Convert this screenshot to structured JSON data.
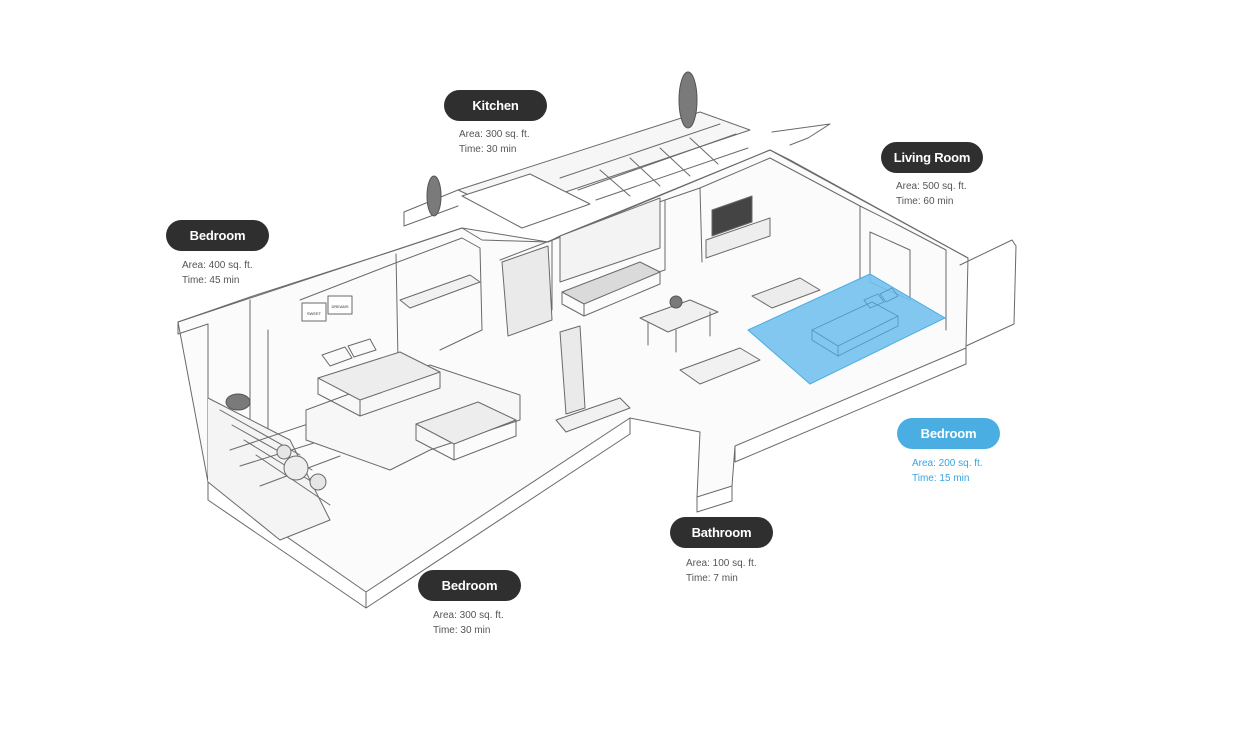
{
  "colors": {
    "label_bg": "#2f2f2f",
    "label_active_bg": "#4aaee3",
    "meta_text": "#555555",
    "meta_active_text": "#3aa3dc",
    "highlight_fill": "#74c1ee"
  },
  "rooms": [
    {
      "name": "Kitchen",
      "area": "Area: 300 sq. ft.",
      "time": "Time: 30 min",
      "active": false
    },
    {
      "name": "Living Room",
      "area": "Area: 500 sq. ft.",
      "time": "Time: 60 min",
      "active": false
    },
    {
      "name": "Bedroom",
      "area": "Area: 400 sq. ft.",
      "time": "Time: 45 min",
      "active": false
    },
    {
      "name": "Bedroom",
      "area": "Area: 200 sq. ft.",
      "time": "Time: 15 min",
      "active": true
    },
    {
      "name": "Bathroom",
      "area": "Area: 100 sq. ft.",
      "time": "Time: 7 min",
      "active": false
    },
    {
      "name": "Bedroom",
      "area": "Area: 300 sq. ft.",
      "time": "Time: 30 min",
      "active": false
    }
  ],
  "floorplan": {
    "wall_signs": [
      "SWEET",
      "DREAMS"
    ]
  }
}
